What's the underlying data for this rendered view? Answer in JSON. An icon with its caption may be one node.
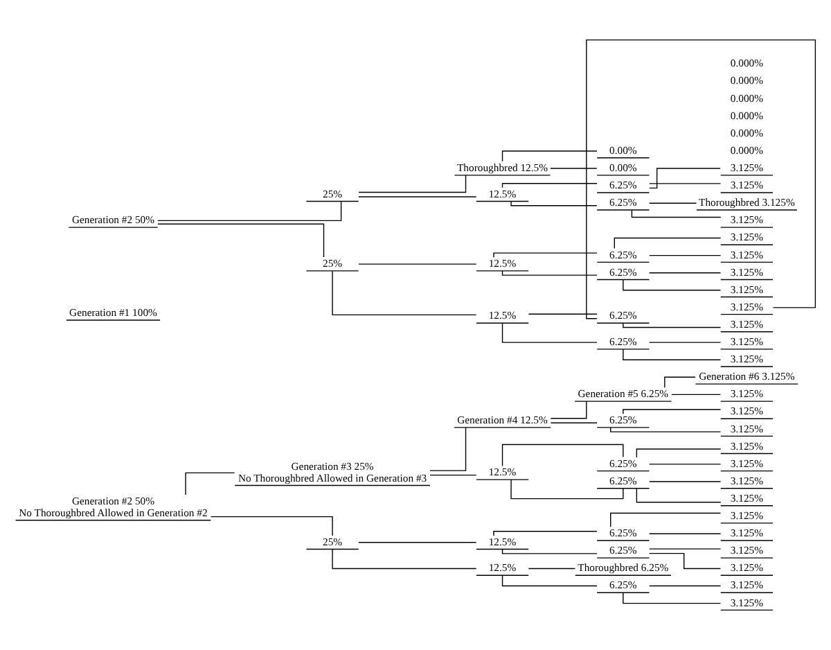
{
  "diagram": {
    "nodes": [
      {
        "text": [
          "Generation #2 50%",
          "No Thoroughbred Allowed in Generation #2"
        ]
      },
      {
        "text": [
          "Generation #3 25%",
          "No Thoroughbred Allowed in Generation #3"
        ]
      },
      {
        "text": [
          "Generation #4 12.5%"
        ]
      },
      {
        "text": [
          "Generation #5 6.25%"
        ]
      },
      {
        "text": [
          "Generation #6 3.125%"
        ]
      },
      {
        "text": [
          "3.125%"
        ]
      },
      {
        "text": [
          "6.25%"
        ]
      },
      {
        "text": [
          "3.125%"
        ]
      },
      {
        "text": [
          "3.125%"
        ]
      },
      {
        "text": [
          "12.5%"
        ]
      },
      {
        "text": [
          "6.25%"
        ]
      },
      {
        "text": [
          "3.125%"
        ]
      },
      {
        "text": [
          "3.125%"
        ]
      },
      {
        "text": [
          "6.25%"
        ]
      },
      {
        "text": [
          "3.125%"
        ]
      },
      {
        "text": [
          "3.125%"
        ]
      },
      {
        "text": [
          "25%"
        ]
      },
      {
        "text": [
          "12.5%"
        ]
      },
      {
        "text": [
          "6.25%"
        ]
      },
      {
        "text": [
          "3.125%"
        ]
      },
      {
        "text": [
          "3.125%"
        ]
      },
      {
        "text": [
          "6.25%"
        ]
      },
      {
        "text": [
          "3.125%"
        ]
      },
      {
        "text": [
          "3.125%"
        ]
      },
      {
        "text": [
          "12.5%"
        ]
      },
      {
        "text": [
          "Thoroughbred 6.25%"
        ]
      },
      {
        "text": [
          "6.25%"
        ]
      },
      {
        "text": [
          "3.125%"
        ]
      },
      {
        "text": [
          "3.125%"
        ]
      },
      {
        "text": [
          "Generation #1 100%"
        ]
      },
      {
        "text": [
          "Generation #2 50%"
        ]
      },
      {
        "text": [
          "25%"
        ]
      },
      {
        "text": [
          "Thoroughbred 12.5%"
        ]
      },
      {
        "text": [
          "0.00%"
        ]
      },
      {
        "text": [
          "0.00%"
        ]
      },
      {
        "text": [
          "12.5%"
        ]
      },
      {
        "text": [
          "6.25%"
        ]
      },
      {
        "text": [
          "3.125%"
        ]
      },
      {
        "text": [
          "3.125%"
        ]
      },
      {
        "text": [
          "6.25%"
        ]
      },
      {
        "text": [
          "Thoroughbred 3.125%"
        ]
      },
      {
        "text": [
          "3.125%"
        ]
      },
      {
        "text": [
          "25%"
        ]
      },
      {
        "text": [
          "12.5%"
        ]
      },
      {
        "text": [
          "6.25%"
        ]
      },
      {
        "text": [
          "3.125%"
        ]
      },
      {
        "text": [
          "3.125%"
        ]
      },
      {
        "text": [
          "6.25%"
        ]
      },
      {
        "text": [
          "3.125%"
        ]
      },
      {
        "text": [
          "3.125%"
        ]
      },
      {
        "text": [
          "12.5%"
        ]
      },
      {
        "text": [
          "6.25%"
        ]
      },
      {
        "text": [
          "3.125%"
        ]
      },
      {
        "text": [
          "3.125%"
        ]
      },
      {
        "text": [
          "6.25%"
        ]
      },
      {
        "text": [
          "3.125%"
        ]
      },
      {
        "text": [
          "3.125%"
        ]
      }
    ],
    "edges": [
      {
        "from": 0,
        "to": 1,
        "arrow": "none"
      },
      {
        "from": 0,
        "to": 16,
        "arrow": "none"
      },
      {
        "from": 1,
        "to": 2,
        "arrow": "none"
      },
      {
        "from": 1,
        "to": 9,
        "arrow": "none"
      },
      {
        "from": 2,
        "to": 3,
        "arrow": "none"
      },
      {
        "from": 2,
        "to": 6,
        "arrow": "none"
      },
      {
        "from": 3,
        "to": 4,
        "arrow": "none"
      },
      {
        "from": 3,
        "to": 5,
        "arrow": "none"
      },
      {
        "from": 6,
        "to": 7,
        "arrow": "none"
      },
      {
        "from": 6,
        "to": 8,
        "arrow": "none"
      },
      {
        "from": 9,
        "to": 10,
        "arrow": "none"
      },
      {
        "from": 9,
        "to": 13,
        "arrow": "none"
      },
      {
        "from": 10,
        "to": 11,
        "arrow": "none"
      },
      {
        "from": 10,
        "to": 12,
        "arrow": "none"
      },
      {
        "from": 13,
        "to": 14,
        "arrow": "none"
      },
      {
        "from": 13,
        "to": 15,
        "arrow": "none"
      },
      {
        "from": 16,
        "to": 17,
        "arrow": "none"
      },
      {
        "from": 16,
        "to": 24,
        "arrow": "none"
      },
      {
        "from": 17,
        "to": 18,
        "arrow": "none"
      },
      {
        "from": 17,
        "to": 21,
        "arrow": "none"
      },
      {
        "from": 18,
        "to": 19,
        "arrow": "none"
      },
      {
        "from": 18,
        "to": 20,
        "arrow": "none"
      },
      {
        "from": 21,
        "to": 22,
        "arrow": "none"
      },
      {
        "from": 21,
        "to": 23,
        "arrow": "none"
      },
      {
        "from": 24,
        "to": 25,
        "arrow": "none"
      },
      {
        "from": 24,
        "to": 26,
        "arrow": "none"
      },
      {
        "from": 26,
        "to": 27,
        "arrow": "none"
      },
      {
        "from": 26,
        "to": 28,
        "arrow": "none"
      },
      {
        "from": 30,
        "to": 31,
        "arrow": "none"
      },
      {
        "from": 30,
        "to": 42,
        "arrow": "none"
      },
      {
        "from": 31,
        "to": 32,
        "arrow": "none"
      },
      {
        "from": 31,
        "to": 35,
        "arrow": "none"
      },
      {
        "from": 32,
        "to": 33,
        "arrow": "none"
      },
      {
        "from": 32,
        "to": 34,
        "arrow": "none"
      },
      {
        "from": 35,
        "to": 36,
        "arrow": "none"
      },
      {
        "from": 35,
        "to": 39,
        "arrow": "none"
      },
      {
        "from": 36,
        "to": 37,
        "arrow": "none"
      },
      {
        "from": 36,
        "to": 38,
        "arrow": "none"
      },
      {
        "from": 39,
        "to": 40,
        "arrow": "none"
      },
      {
        "from": 39,
        "to": 41,
        "arrow": "none"
      },
      {
        "from": 42,
        "to": 43,
        "arrow": "none"
      },
      {
        "from": 42,
        "to": 50,
        "arrow": "none"
      },
      {
        "from": 43,
        "to": 44,
        "arrow": "none"
      },
      {
        "from": 43,
        "to": 47,
        "arrow": "none"
      },
      {
        "from": 44,
        "to": 45,
        "arrow": "none"
      },
      {
        "from": 44,
        "to": 46,
        "arrow": "none"
      },
      {
        "from": 47,
        "to": 48,
        "arrow": "none"
      },
      {
        "from": 47,
        "to": 49,
        "arrow": "none"
      },
      {
        "from": 50,
        "to": 51,
        "arrow": "none"
      },
      {
        "from": 50,
        "to": 54,
        "arrow": "none"
      },
      {
        "from": 51,
        "to": 52,
        "arrow": "none"
      },
      {
        "from": 51,
        "to": 53,
        "arrow": "none"
      },
      {
        "from": 54,
        "to": 55,
        "arrow": "none"
      },
      {
        "from": 54,
        "to": 56,
        "arrow": "none"
      }
    ],
    "labels": [
      "0.000%",
      "0.000%",
      "0.000%",
      "0.000%",
      "0.000%",
      "0.000%"
    ]
  }
}
